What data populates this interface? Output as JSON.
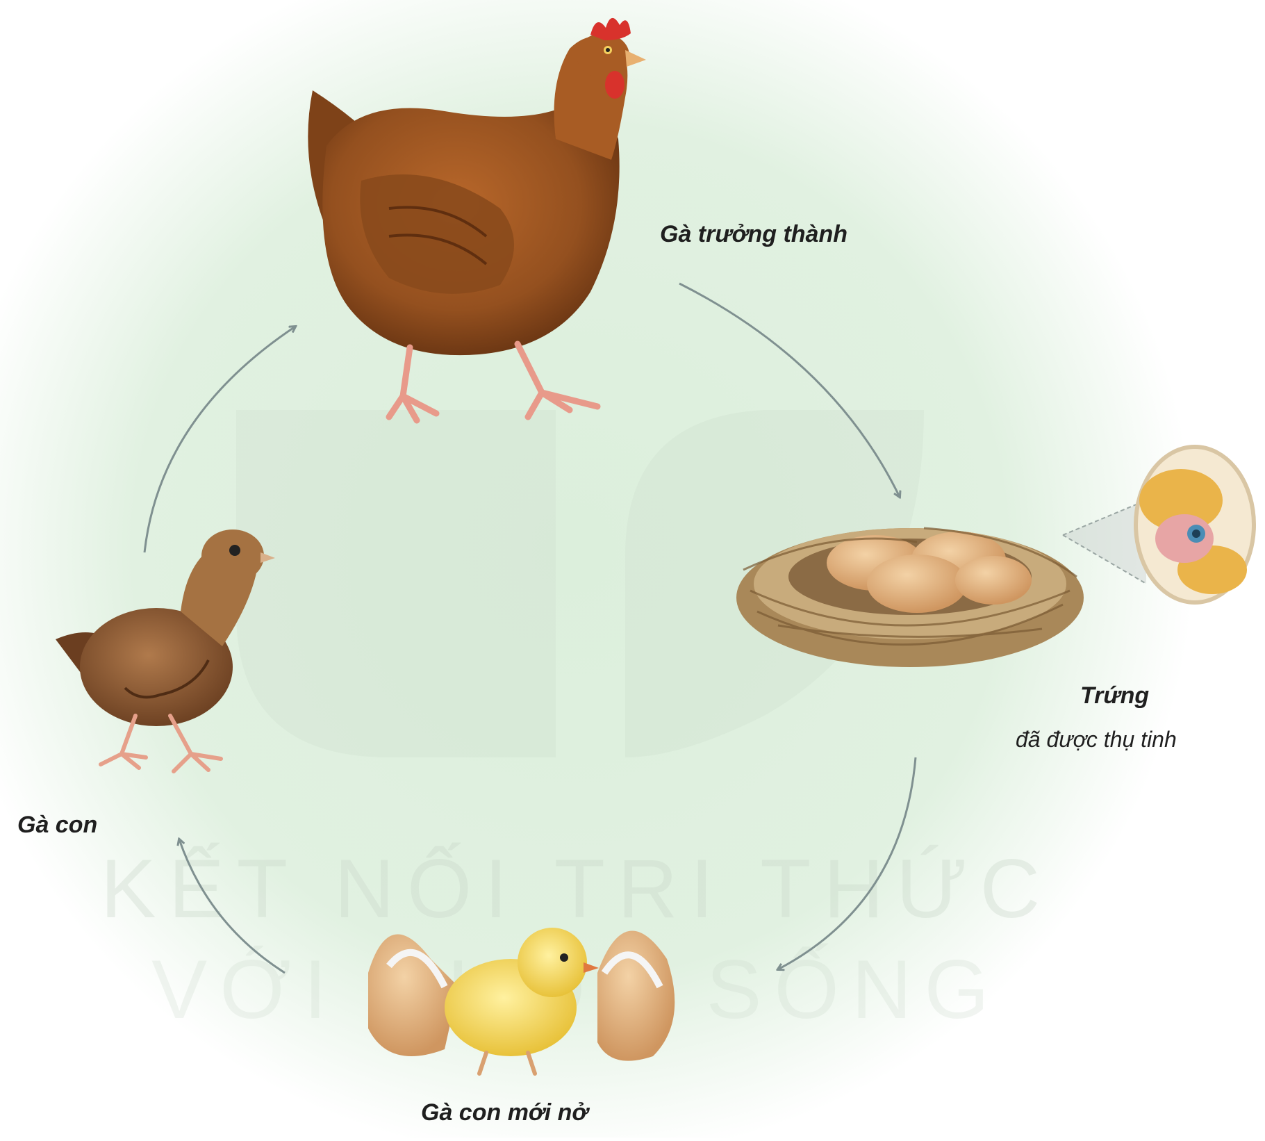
{
  "diagram": {
    "stages": {
      "adult": "Gà trưởng thành",
      "egg_title": "Trứng",
      "egg_subtitle": "đã được thụ tinh",
      "hatchling": "Gà con mới nở",
      "chick": "Gà con"
    },
    "watermark": {
      "line1": "KẾT NỐI TRI THỨC",
      "line2": "VỚI CUỘC SỐNG"
    },
    "colors": {
      "background_glow": "#dcefdc",
      "arrow": "#7f9090",
      "hen_body": "#9a5220",
      "nest": "#b7966a",
      "egg": "#e3b582",
      "hatchling": "#f4dd56",
      "chick": "#8a5a35",
      "comb": "#d8322c"
    },
    "icons": [
      "hen-illustration",
      "nest-illustration",
      "egg-embryo-inset",
      "hatchling-illustration",
      "chick-illustration",
      "cycle-arrow"
    ]
  }
}
